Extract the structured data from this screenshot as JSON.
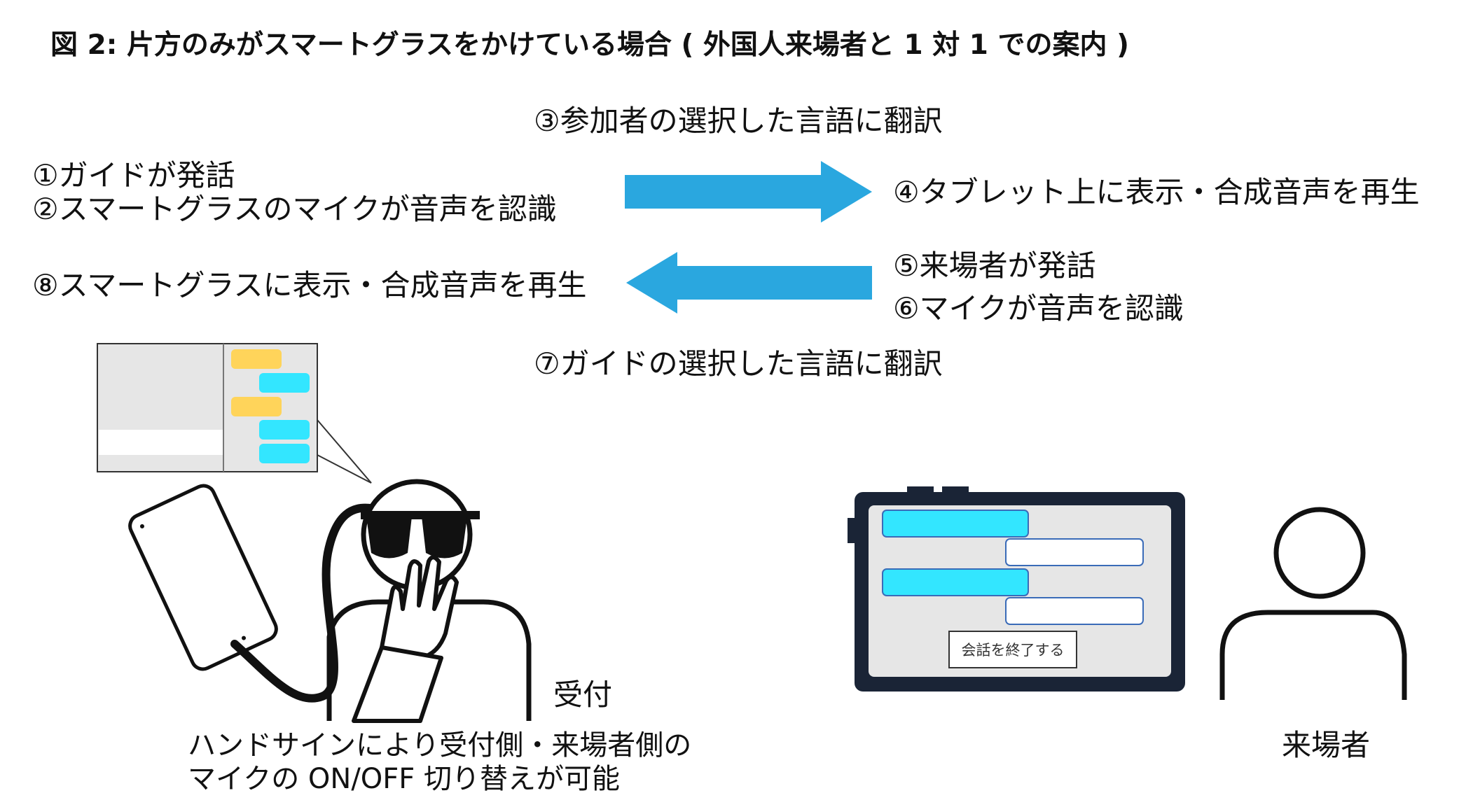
{
  "title": "図 2: 片方のみがスマートグラスをかけている場合 ( 外国人来場者と 1 対 1 での案内 )",
  "steps": {
    "s1": "①ガイドが発話",
    "s2": "②スマートグラスのマイクが音声を認識",
    "s3": "③参加者の選択した言語に翻訳",
    "s4": "④タブレット上に表示・合成音声を再生",
    "s5": "⑤来場者が発話",
    "s6": "⑥マイクが音声を認識",
    "s7": "⑦ガイドの選択した言語に翻訳",
    "s8": "⑧スマートグラスに表示・合成音声を再生"
  },
  "labels": {
    "reception": "受付",
    "visitor": "来場者",
    "handsign_line1": "ハンドサインにより受付側・来場者側の",
    "handsign_line2": "マイクの ON/OFF 切り替えが可能"
  },
  "tablet": {
    "end_button": "会話を終了する"
  },
  "colors": {
    "arrow": "#2aa7df",
    "bubble_cyan": "#33e6ff",
    "bubble_yellow": "#ffd45a",
    "screen_gray": "#e6e6e6",
    "tablet_frame": "#1a2436"
  }
}
